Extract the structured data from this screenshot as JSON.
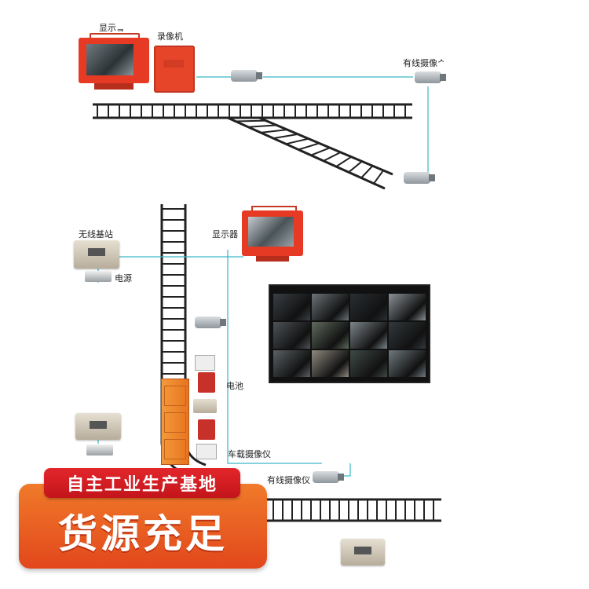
{
  "labels": {
    "monitor_top": "显示ᆿ",
    "recorder": "录像机",
    "wired_camera_top": "有线摄像ᄼ",
    "wireless_station": "无线基站",
    "power": "电源",
    "monitor_mid": "显示器",
    "battery": "电池",
    "vehicle_camera": "车载摄像仪",
    "wired_camera_bottom": "有线摄像仪"
  },
  "banner": {
    "top_text": "自主工业生产基地",
    "main_text": "货源充足"
  },
  "colors": {
    "device_red": "#e63a25",
    "connector_line": "#3ab7c6",
    "banner_orange": "#ef6a26",
    "banner_red": "#d61f24",
    "rail": "#222222"
  }
}
